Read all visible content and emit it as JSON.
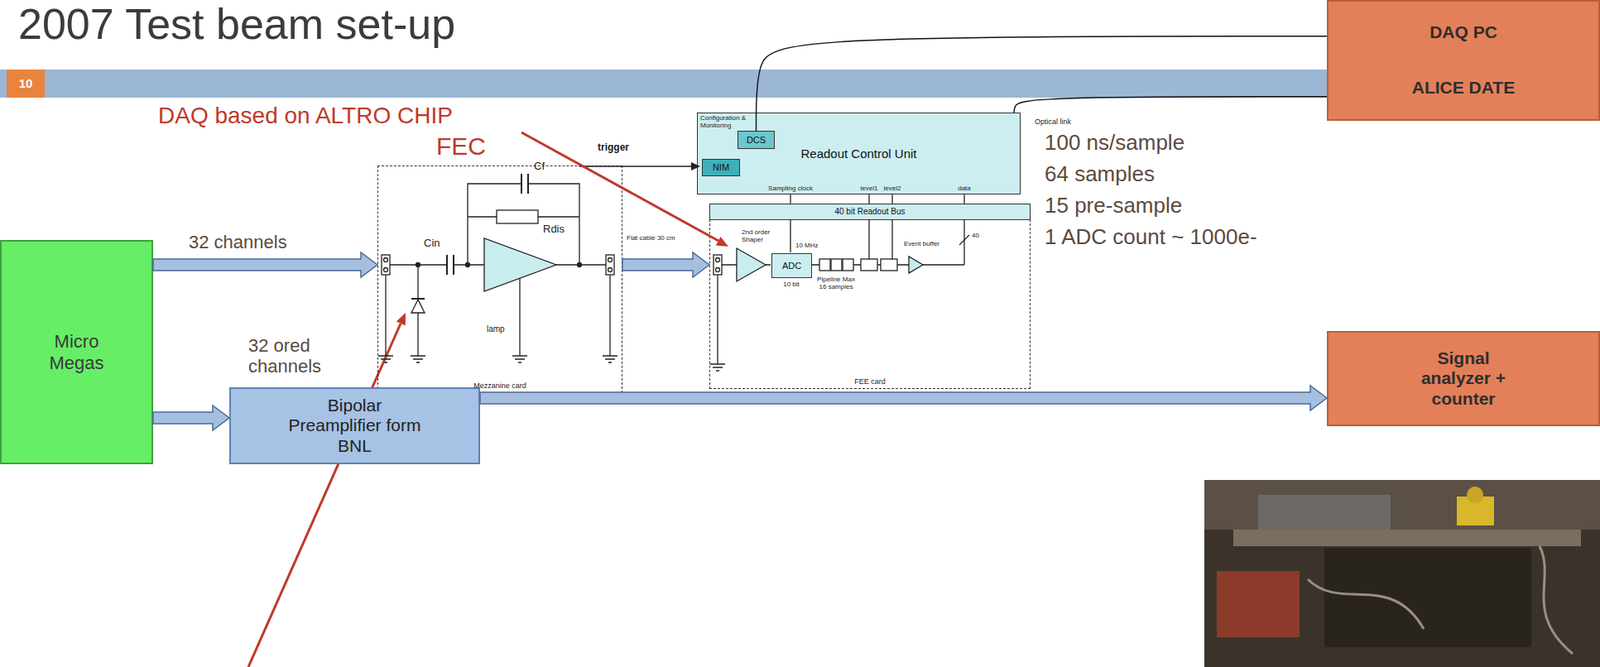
{
  "diagram": {
    "title": "2007 Test beam set-up",
    "nodes": [
      {
        "text": [
          "DAQ PC",
          "ALICE DATE"
        ]
      },
      {
        "text": [
          "Readout Control Unit"
        ]
      },
      {
        "text": [
          "DCS"
        ],
        "in": 1
      },
      {
        "text": [
          "NIM"
        ],
        "in": 1
      },
      {
        "text": [
          "40 bit Readout Bus"
        ]
      },
      {
        "text": [
          "Mezzanine card"
        ]
      },
      {
        "text": [
          "FEE card"
        ]
      },
      {
        "text": [
          "ADC"
        ],
        "in": 6
      },
      {
        "text": [
          "Micro Megas"
        ]
      },
      {
        "text": [
          "Signal analyzer + counter"
        ]
      },
      {
        "text": [
          "Bipolar Preamplifier form BNL"
        ]
      }
    ],
    "edges": [
      {
        "from": 2,
        "to": 0,
        "arrow": "none"
      },
      {
        "from": 1,
        "to": 0,
        "arrow": "none"
      },
      {
        "from": 8,
        "to": 5,
        "arrow": "to"
      },
      {
        "from": 5,
        "to": 6,
        "arrow": "to"
      },
      {
        "from": 8,
        "to": 10,
        "arrow": "to"
      },
      {
        "from": 10,
        "to": 9,
        "arrow": "to"
      }
    ],
    "labels": [
      "10",
      "DAQ based on ALTRO CHIP",
      "FEC",
      "Configuration & Monitoring",
      "Optical link",
      "trigger",
      "Sampling clock",
      "level1",
      "level2",
      "data",
      "100 ns/sample",
      "64 samples",
      "15 pre-sample",
      "1 ADC count ~ 1000e-",
      "32 channels",
      "Cf",
      "Rdis",
      "Cin",
      "lamp",
      "Flat cable 30 cm",
      "2nd order Shaper",
      "10 MHz",
      "10 bit",
      "Pipeline Max 16 samples",
      "Event buffer",
      "40",
      "32 ored channels"
    ]
  }
}
